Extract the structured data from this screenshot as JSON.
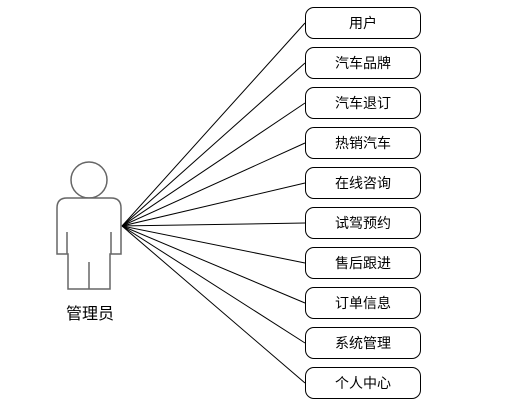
{
  "actor": {
    "name": "管理员"
  },
  "use_cases": [
    {
      "label": "用户"
    },
    {
      "label": "汽车品牌"
    },
    {
      "label": "汽车退订"
    },
    {
      "label": "热销汽车"
    },
    {
      "label": "在线咨询"
    },
    {
      "label": "试驾预约"
    },
    {
      "label": "售后跟进"
    },
    {
      "label": "订单信息"
    },
    {
      "label": "系统管理"
    },
    {
      "label": "个人中心"
    }
  ],
  "colors": {
    "stroke": "#000000",
    "actor_stroke": "#666666",
    "background": "#ffffff"
  }
}
